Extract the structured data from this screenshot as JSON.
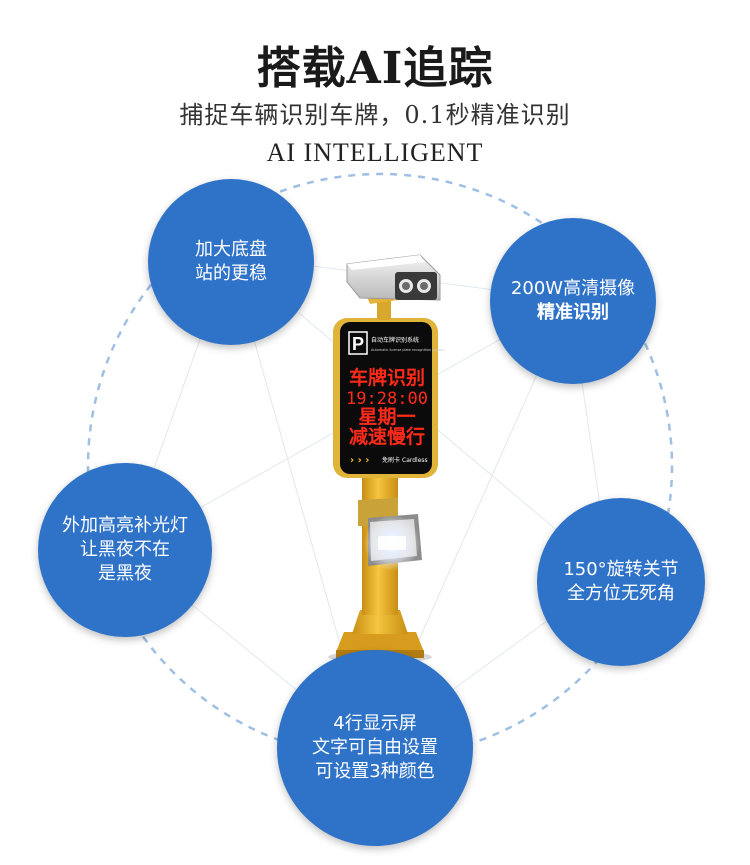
{
  "header": {
    "title": "搭载AI追踪",
    "subtitle": "捕捉车辆识别车牌，0.1秒精准识别",
    "subtitle_en": "AI INTELLIGENT"
  },
  "features": [
    {
      "id": "chassis",
      "lines": [
        "加大底盘",
        "站的更稳"
      ]
    },
    {
      "id": "camera",
      "lines": [
        "200W高清摄像",
        "精准识别"
      ]
    },
    {
      "id": "light",
      "lines": [
        "外加高亮补光灯",
        "让黑夜不在",
        "是黑夜"
      ]
    },
    {
      "id": "rotation",
      "lines": [
        "150°旋转关节",
        "全方位无死角"
      ]
    },
    {
      "id": "display",
      "lines": [
        "4行显示屏",
        "文字可自由设置",
        "可设置3种颜色"
      ]
    }
  ],
  "device": {
    "logo_letter": "P",
    "header_cn": "自动车牌识别系统",
    "header_en": "Automatic license plate recognition system",
    "display_lines": [
      "车牌识别",
      "19:28:00",
      "星期一",
      "减速慢行"
    ],
    "footer_cn": "免刷卡",
    "footer_en": "Cardless",
    "arrows": "› › ›"
  },
  "colors": {
    "bubble": "#2f73c9",
    "pole": "#e9b12a",
    "led": "#ff2a1a",
    "ring": "#8fb4df"
  }
}
